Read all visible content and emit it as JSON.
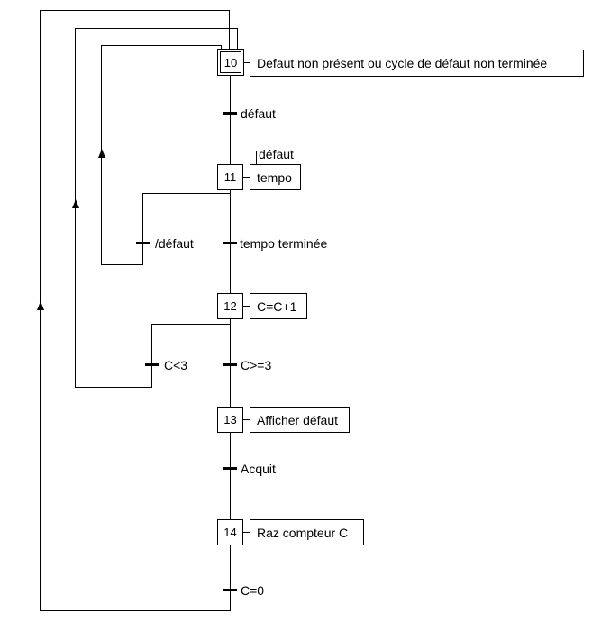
{
  "diagram": {
    "kind": "grafcet-sequential-function-chart",
    "colors": {
      "line": "#000000",
      "background": "#ffffff",
      "text": "#000000"
    },
    "steps": [
      {
        "id": "10",
        "initial": true,
        "action": "Defaut non présent ou cycle de défaut non terminée"
      },
      {
        "id": "11",
        "initial": false,
        "action": "tempo",
        "action_condition": "défaut"
      },
      {
        "id": "12",
        "initial": false,
        "action": "C=C+1"
      },
      {
        "id": "13",
        "initial": false,
        "action": "Afficher défaut"
      },
      {
        "id": "14",
        "initial": false,
        "action": "Raz compteur C"
      }
    ],
    "transitions": [
      {
        "label": "défaut"
      },
      {
        "label": "tempo terminée"
      },
      {
        "label": "/défaut"
      },
      {
        "label": "C>=3"
      },
      {
        "label": "C<3"
      },
      {
        "label": "Acquit"
      },
      {
        "label": "C=0"
      }
    ]
  }
}
